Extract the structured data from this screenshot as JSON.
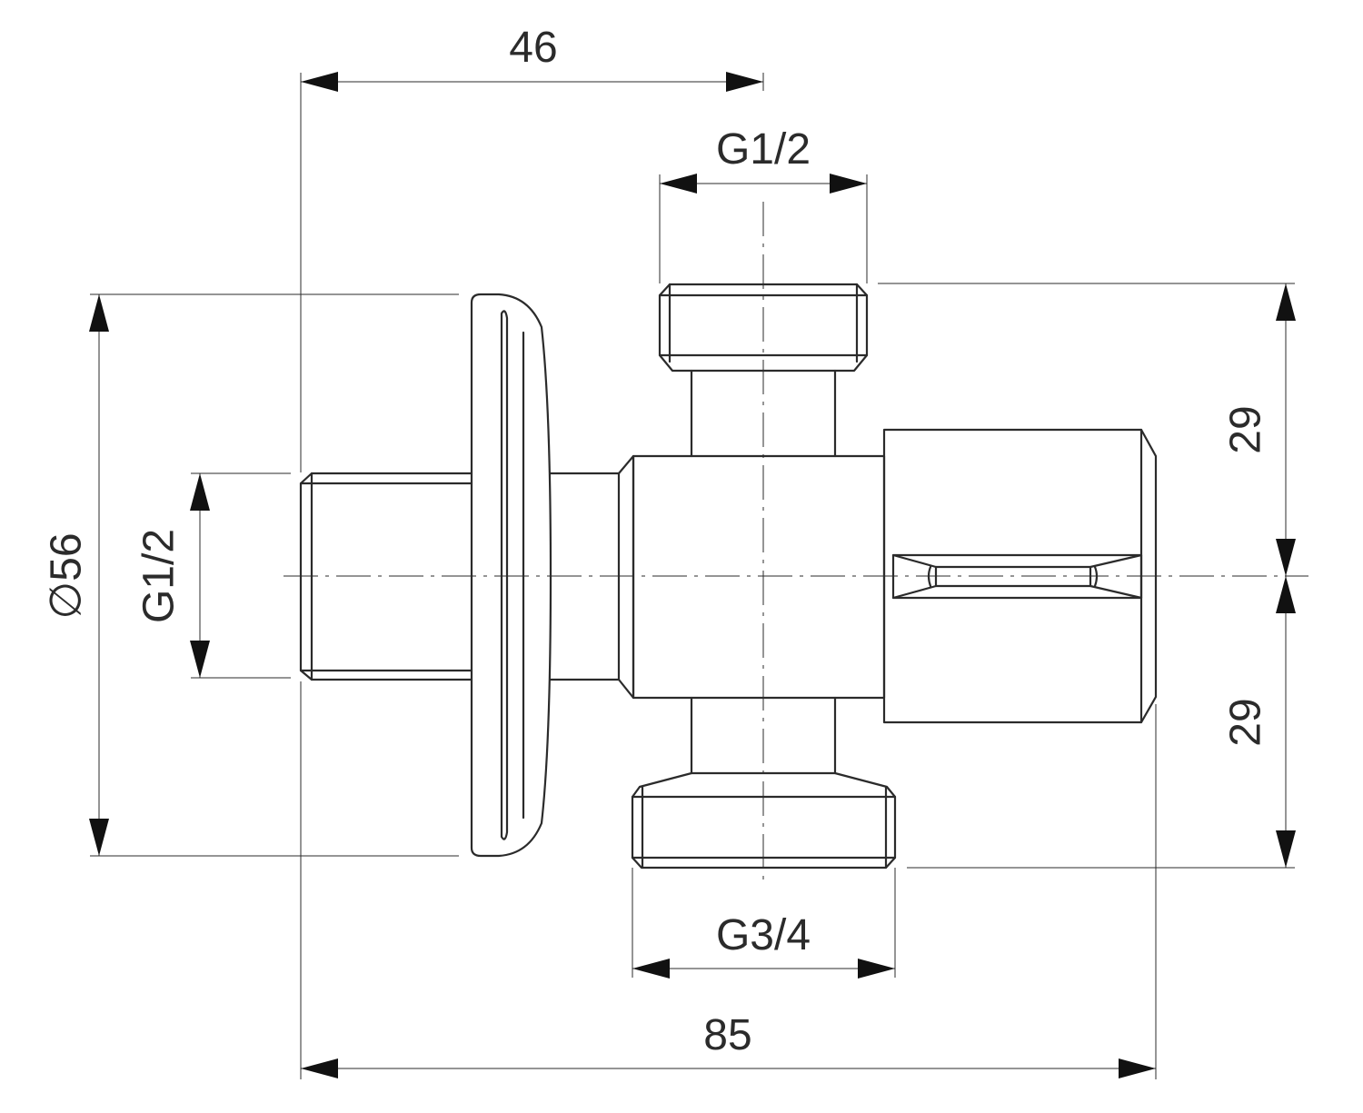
{
  "dimensions": {
    "top_width": "46",
    "top_outlet_thread": "G1/2",
    "inlet_thread": "G1/2",
    "rosette_diameter": "∅56",
    "upper_height": "29",
    "lower_height": "29",
    "bottom_outlet_thread": "G3/4",
    "overall_length": "85"
  },
  "colors": {
    "line": "#2b2b2b",
    "background": "#ffffff"
  }
}
